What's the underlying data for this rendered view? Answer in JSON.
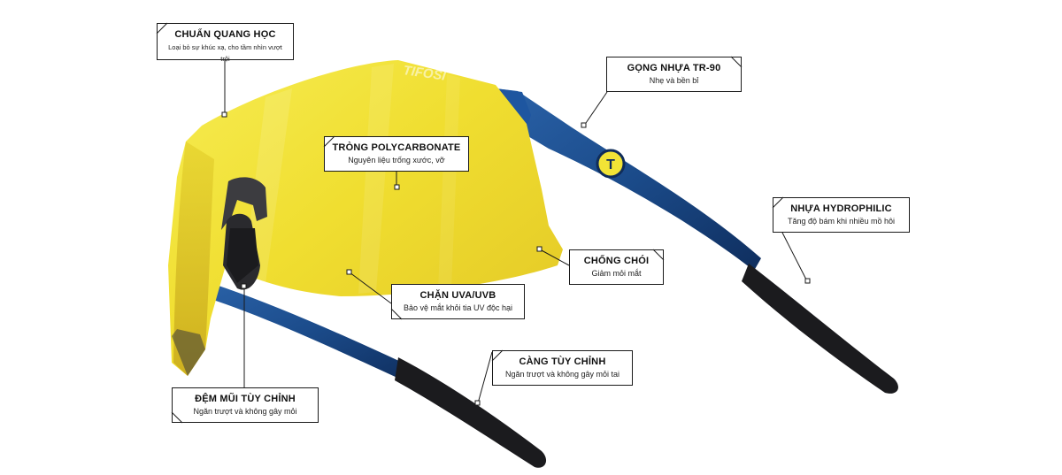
{
  "brand_mark": "TIFOSI",
  "callouts": [
    {
      "title": "CHUẨN QUANG HỌC",
      "subtitle": "Loại bỏ sự khúc xạ, cho tầm nhìn vượt trội"
    },
    {
      "title": "GỌNG NHỰA TR-90",
      "subtitle": "Nhẹ và bền bỉ"
    },
    {
      "title": "TRÒNG POLYCARBONATE",
      "subtitle": "Nguyên liệu trống xước, vỡ"
    },
    {
      "title": "NHỰA HYDROPHILIC",
      "subtitle": "Tăng độ bám khi nhiều mồ hôi"
    },
    {
      "title": "CHỐNG CHÓI",
      "subtitle": "Giảm mỏi mắt"
    },
    {
      "title": "CHẶN UVA/UVB",
      "subtitle": "Bảo vệ mắt khỏi tia UV độc hại"
    },
    {
      "title": "CÀNG TÙY CHỈNH",
      "subtitle": "Ngăn trượt và không gây mỏi tai"
    },
    {
      "title": "ĐỆM MŨI TÙY CHỈNH",
      "subtitle": "Ngăn trượt và không gây mỏi"
    }
  ],
  "colors": {
    "lens_yellow": "#f2e436",
    "lens_shadow": "#d8b81e",
    "frame_blue": "#1d4d8c",
    "frame_dark_blue": "#0f2c5a",
    "tip_black": "#1b1b1e",
    "callout_border": "#1a1a1a"
  }
}
